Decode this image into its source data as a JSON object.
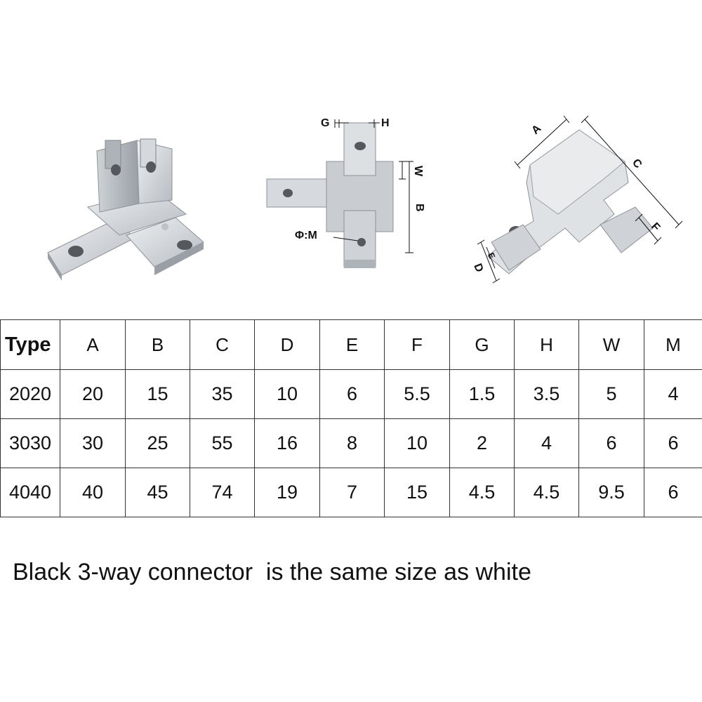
{
  "figures": {
    "side_view": {
      "labels": {
        "g": "G",
        "h": "H",
        "w": "W",
        "b": "B",
        "hole": "Φ:M"
      }
    },
    "top_view": {
      "labels": {
        "a": "A",
        "c": "C",
        "d": "D",
        "e": "E",
        "f": "F"
      }
    }
  },
  "table": {
    "headers": [
      "Type",
      "A",
      "B",
      "C",
      "D",
      "E",
      "F",
      "G",
      "H",
      "W",
      "M"
    ],
    "rows": [
      [
        "2020",
        "20",
        "15",
        "35",
        "10",
        "6",
        "5.5",
        "1.5",
        "3.5",
        "5",
        "4"
      ],
      [
        "3030",
        "30",
        "25",
        "55",
        "16",
        "8",
        "10",
        "2",
        "4",
        "6",
        "6"
      ],
      [
        "4040",
        "40",
        "45",
        "74",
        "19",
        "7",
        "15",
        "4.5",
        "4.5",
        "9.5",
        "6"
      ]
    ]
  },
  "caption": "Black 3-way connector  is the same size as white",
  "colors": {
    "metal_light": "#e4e6e9",
    "metal_mid": "#bfc3c8",
    "metal_dark": "#8d9297",
    "hole": "#55595e",
    "line": "#111111"
  }
}
